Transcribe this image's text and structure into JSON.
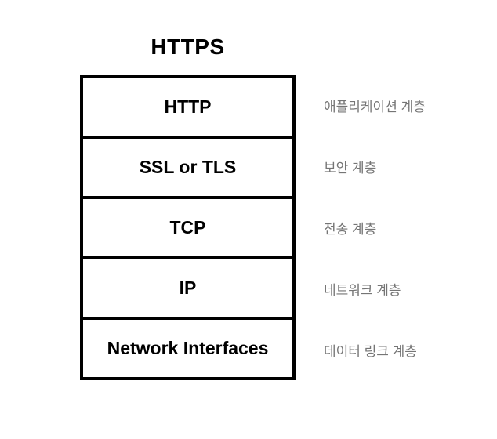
{
  "title": "HTTPS",
  "stack": {
    "layers": [
      {
        "name": "HTTP",
        "label_ko": "애플리케이션 계층"
      },
      {
        "name": "SSL or TLS",
        "label_ko": "보안 계층"
      },
      {
        "name": "TCP",
        "label_ko": "전송 계층"
      },
      {
        "name": "IP",
        "label_ko": "네트워크 계층"
      },
      {
        "name": "Network Interfaces",
        "label_ko": "데이터 링크 계층"
      }
    ]
  },
  "colors": {
    "background": "#ffffff",
    "border": "#000000",
    "layer_text": "#000000",
    "side_label_text": "#757575"
  }
}
